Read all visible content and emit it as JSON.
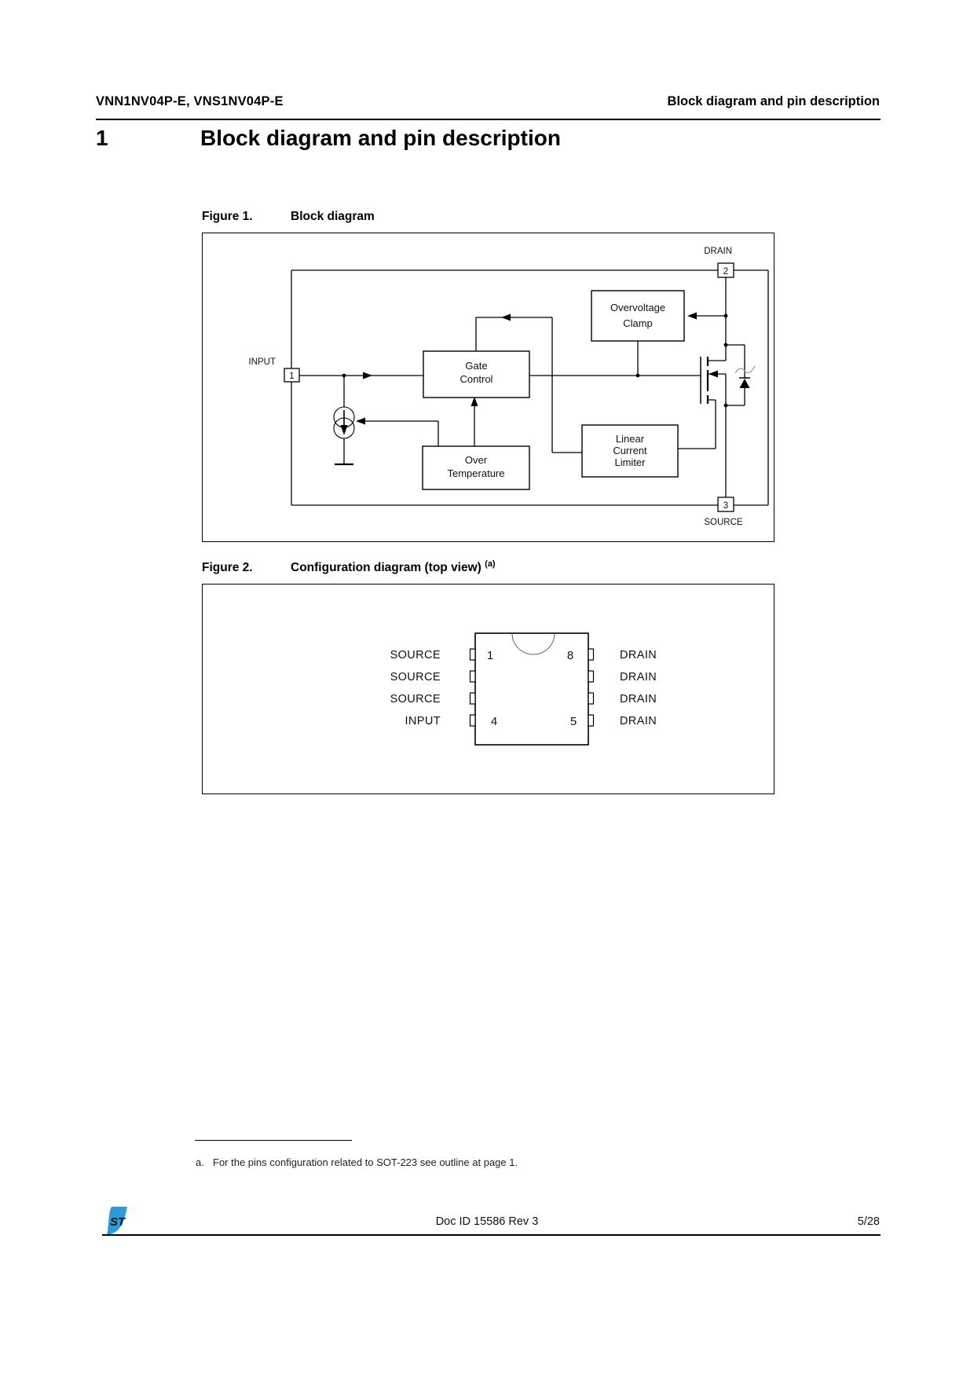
{
  "header": {
    "left": "VNN1NV04P-E, VNS1NV04P-E",
    "right": "Block diagram and pin description"
  },
  "section": {
    "number": "1",
    "title": "Block diagram and pin description"
  },
  "figure1": {
    "label": "Figure 1.",
    "title": "Block diagram",
    "pin_labels": {
      "input": "INPUT",
      "drain": "DRAIN",
      "source": "SOURCE"
    },
    "pin_numbers": {
      "input": "1",
      "drain": "2",
      "source": "3"
    },
    "blocks": {
      "overvoltage_clamp": [
        "Overvoltage",
        "Clamp"
      ],
      "gate_control": [
        "Gate",
        "Control"
      ],
      "linear_current_limiter": [
        "Linear",
        "Current",
        "Limiter"
      ],
      "over_temperature": [
        "Over",
        "Temperature"
      ]
    }
  },
  "figure2": {
    "label": "Figure 2.",
    "title": "Configuration diagram (top view)",
    "footnote_ref": "(a)",
    "left_pins": [
      {
        "label": "SOURCE",
        "number": "1"
      },
      {
        "label": "SOURCE",
        "number": ""
      },
      {
        "label": "SOURCE",
        "number": ""
      },
      {
        "label": "INPUT",
        "number": "4"
      }
    ],
    "right_pins": [
      {
        "label": "DRAIN",
        "number": "8"
      },
      {
        "label": "DRAIN",
        "number": ""
      },
      {
        "label": "DRAIN",
        "number": ""
      },
      {
        "label": "DRAIN",
        "number": "5"
      }
    ]
  },
  "footnote": {
    "marker": "a.",
    "text": "For the pins configuration related to SOT-223 see outline at page 1."
  },
  "footer": {
    "doc_id": "Doc ID 15586 Rev 3",
    "page_number": "5/28",
    "logo_text": "ST",
    "logo_color": "#2E9BD6"
  }
}
